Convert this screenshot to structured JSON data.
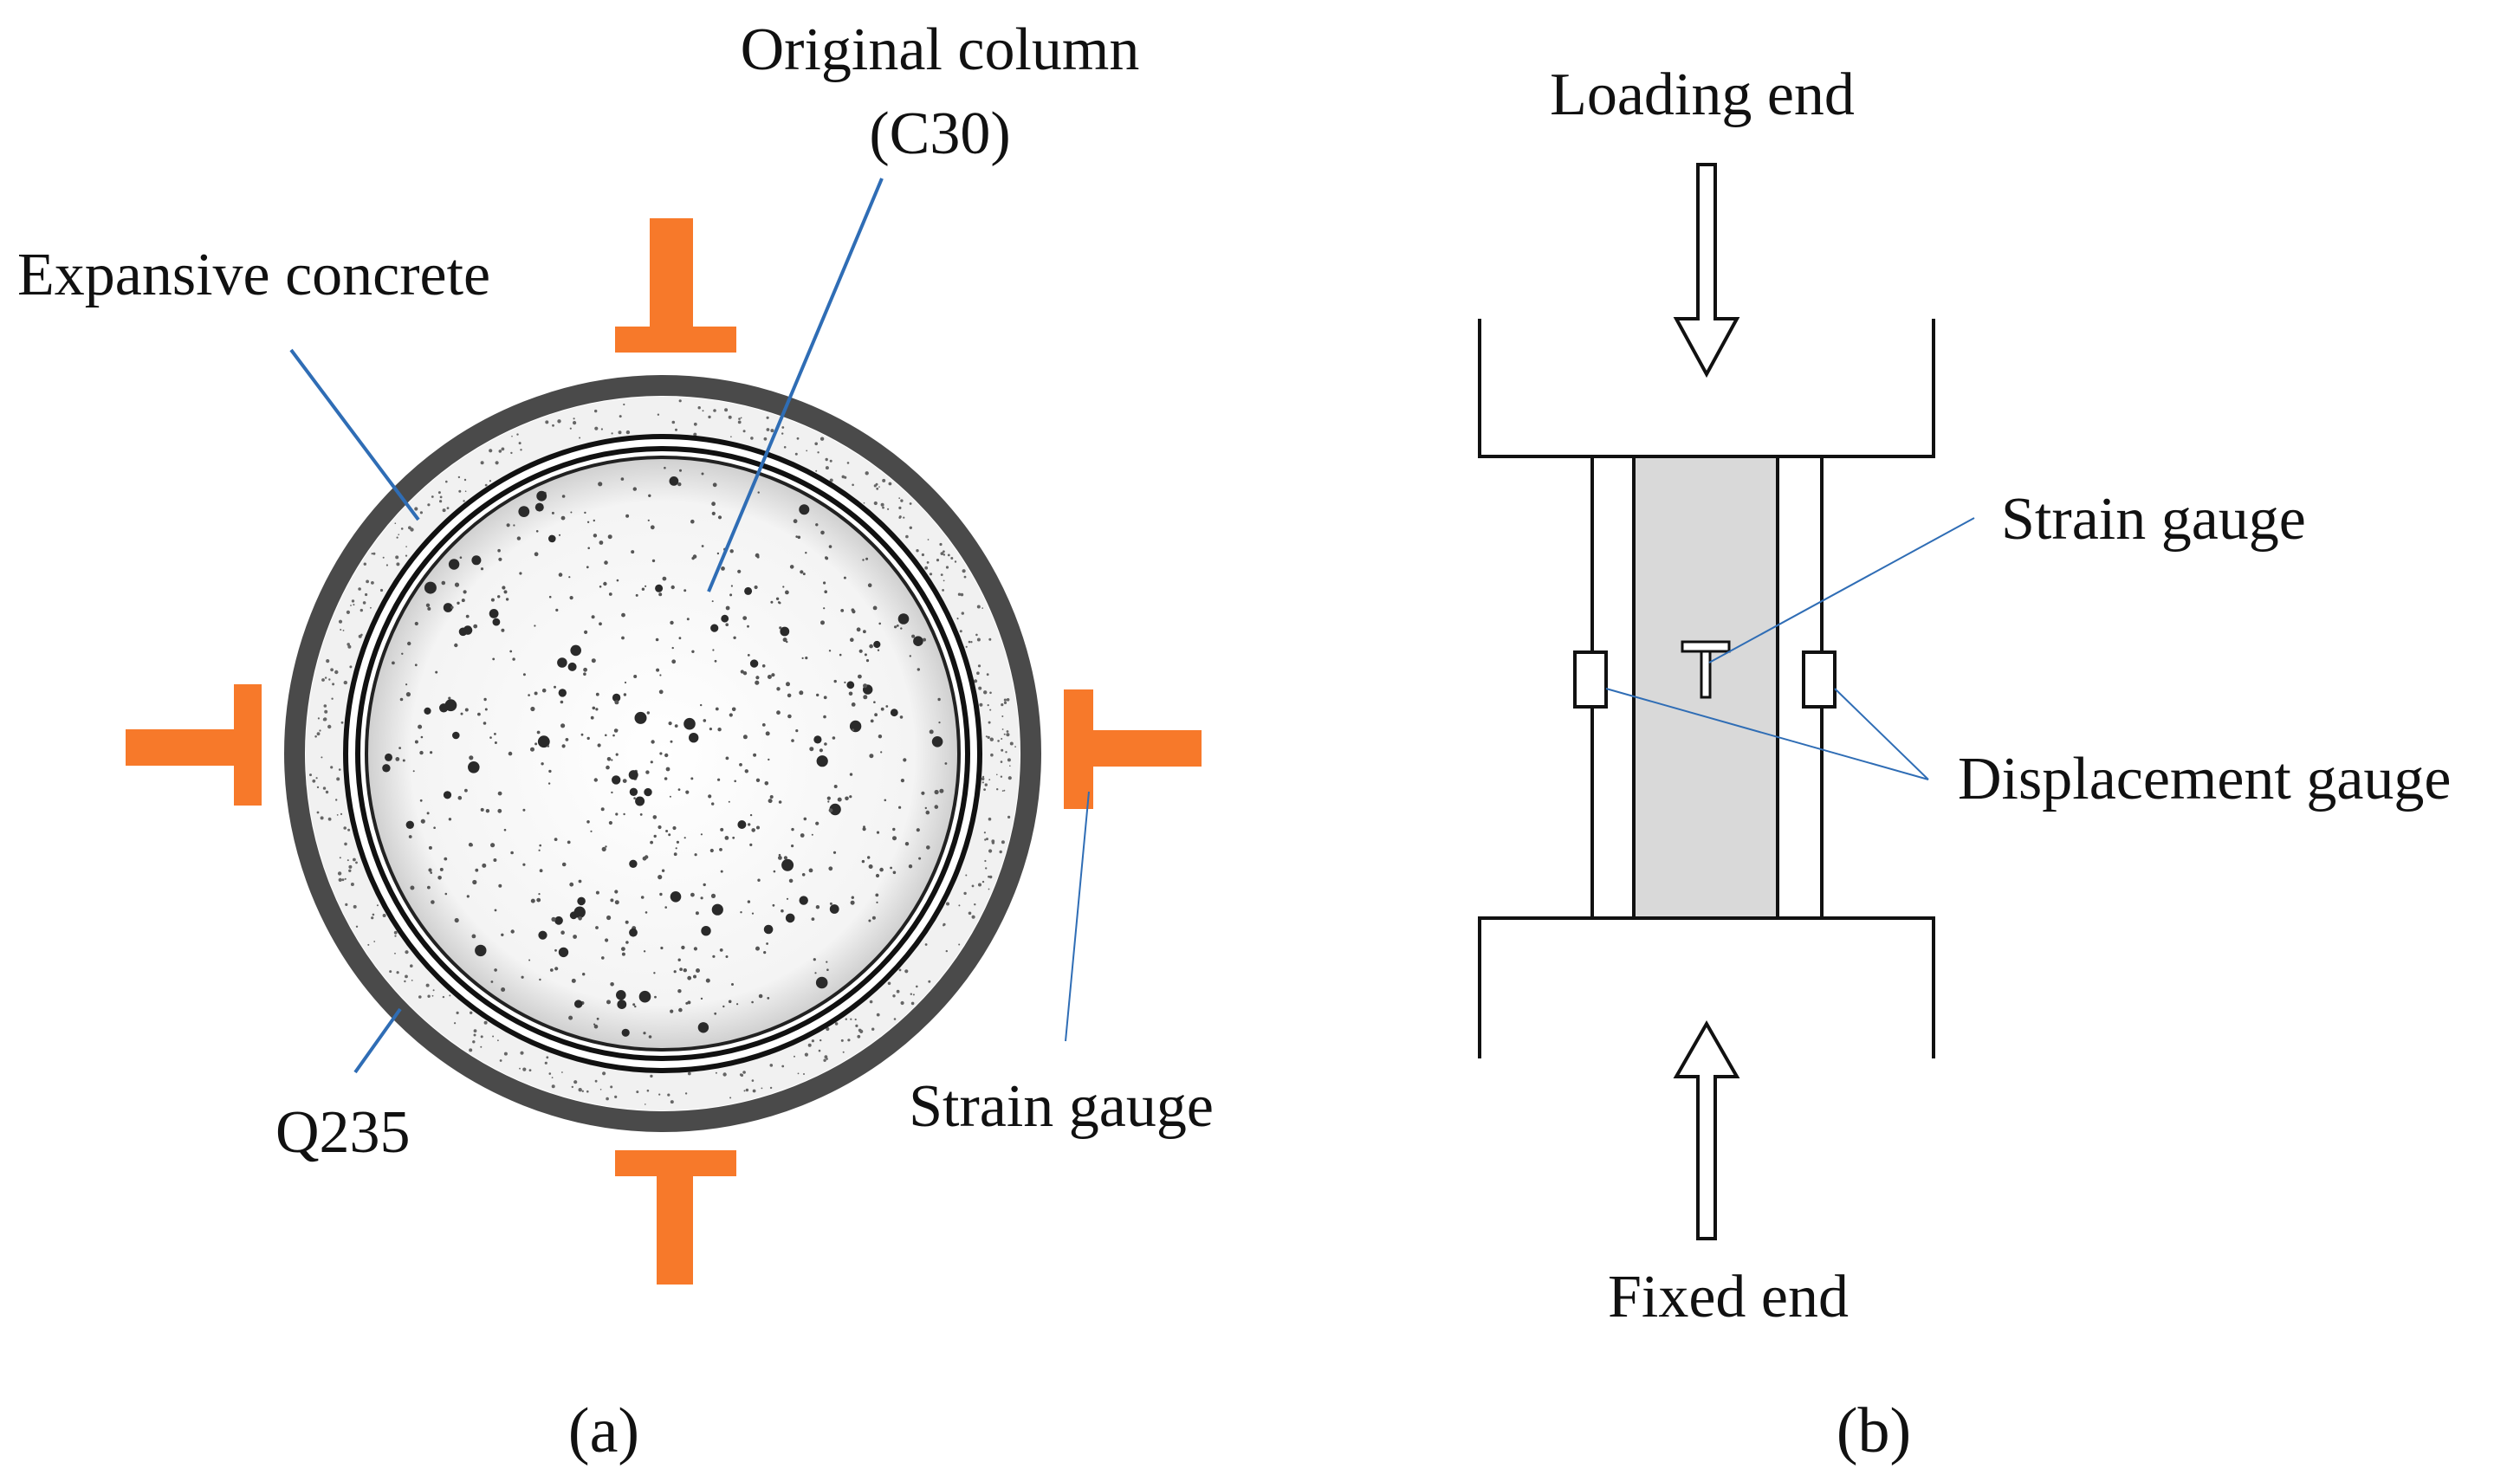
{
  "panel_a": {
    "labels": {
      "original_column": "Original column",
      "original_column_grade": "(C30)",
      "expansive_concrete": "Expansive concrete",
      "steel": "Q235",
      "strain_gauge": "Strain gauge"
    },
    "caption": "(a)"
  },
  "panel_b": {
    "labels": {
      "loading_end": "Loading end",
      "strain_gauge": "Strain gauge",
      "displacement_gauge": "Displacement gauge",
      "fixed_end": "Fixed end"
    },
    "caption": "(b)"
  },
  "colors": {
    "gauge": "#f7792a",
    "leader": "#2f6db5",
    "steel_tube": "#4a4a4a",
    "specimen": "#d9d9d9"
  }
}
